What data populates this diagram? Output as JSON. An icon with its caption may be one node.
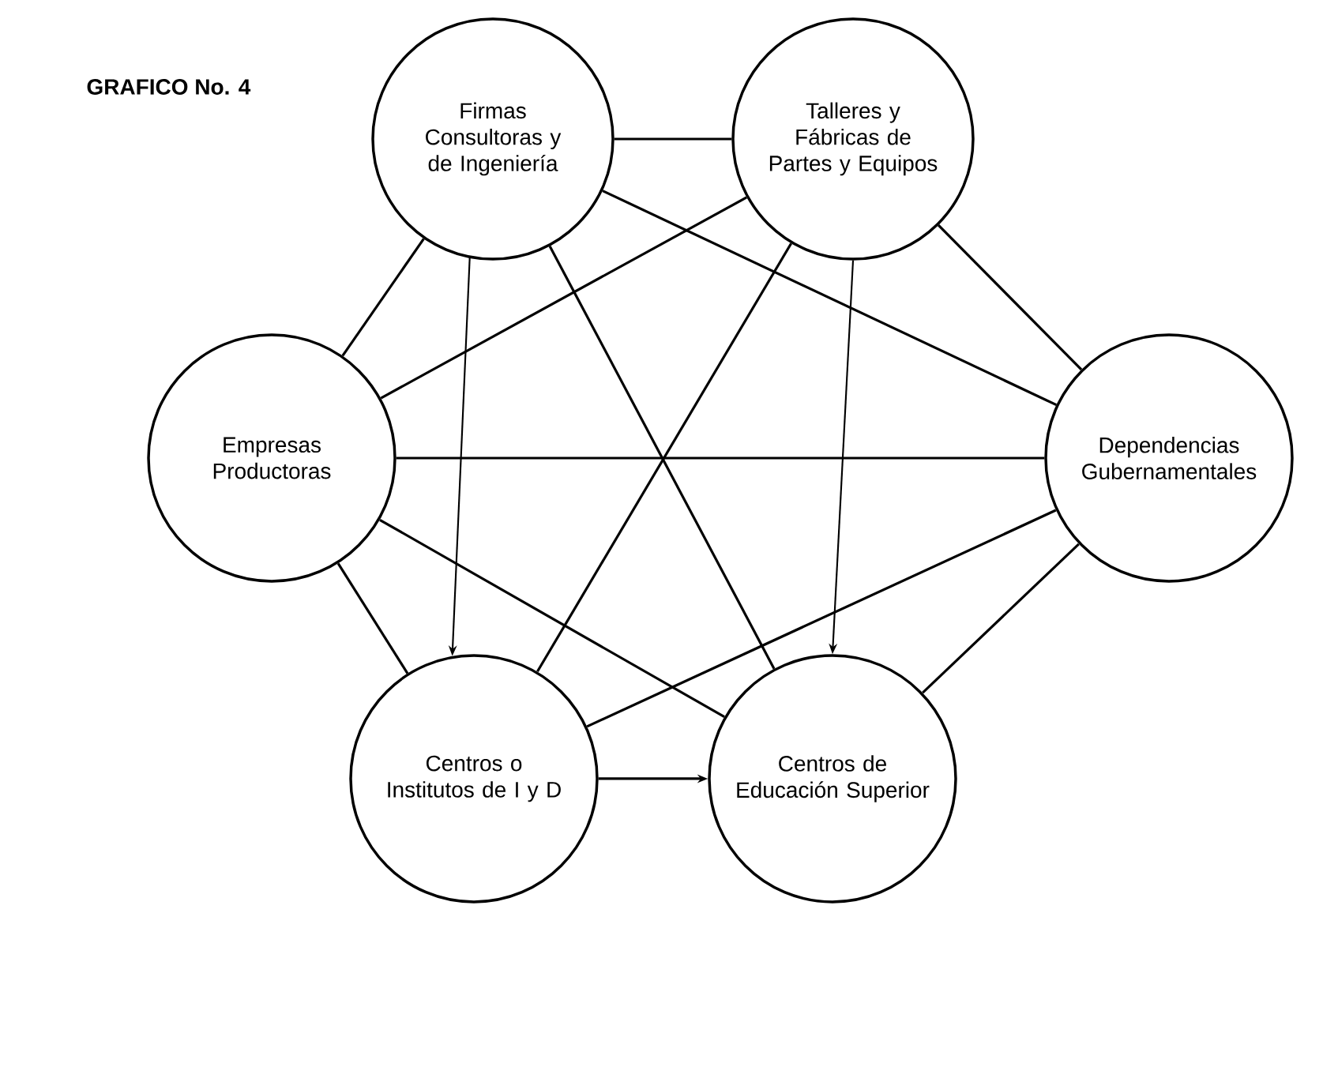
{
  "diagram": {
    "title": "GRAFICO No. 4",
    "nodes": [
      {
        "text": [
          "Firmas Consultoras y de Ingeniería"
        ]
      },
      {
        "text": [
          "Talleres y Fábricas de Partes y Equipos"
        ]
      },
      {
        "text": [
          "Empresas Productoras"
        ]
      },
      {
        "text": [
          "Dependencias Gubernamentales"
        ]
      },
      {
        "text": [
          "Centros o Institutos de I y D"
        ]
      },
      {
        "text": [
          "Centros de Educación Superior"
        ]
      }
    ],
    "edges": [
      {
        "from": 0,
        "to": 1,
        "arrow": "none"
      },
      {
        "from": 0,
        "to": 2,
        "arrow": "none"
      },
      {
        "from": 0,
        "to": 3,
        "arrow": "none"
      },
      {
        "from": 0,
        "to": 4,
        "arrow": "to"
      },
      {
        "from": 0,
        "to": 5,
        "arrow": "none"
      },
      {
        "from": 1,
        "to": 2,
        "arrow": "none"
      },
      {
        "from": 1,
        "to": 3,
        "arrow": "none"
      },
      {
        "from": 1,
        "to": 4,
        "arrow": "none"
      },
      {
        "from": 1,
        "to": 5,
        "arrow": "to"
      },
      {
        "from": 2,
        "to": 3,
        "arrow": "none"
      },
      {
        "from": 2,
        "to": 4,
        "arrow": "none"
      },
      {
        "from": 2,
        "to": 5,
        "arrow": "none"
      },
      {
        "from": 3,
        "to": 4,
        "arrow": "none"
      },
      {
        "from": 3,
        "to": 5,
        "arrow": "none"
      },
      {
        "from": 4,
        "to": 5,
        "arrow": "to"
      }
    ]
  }
}
